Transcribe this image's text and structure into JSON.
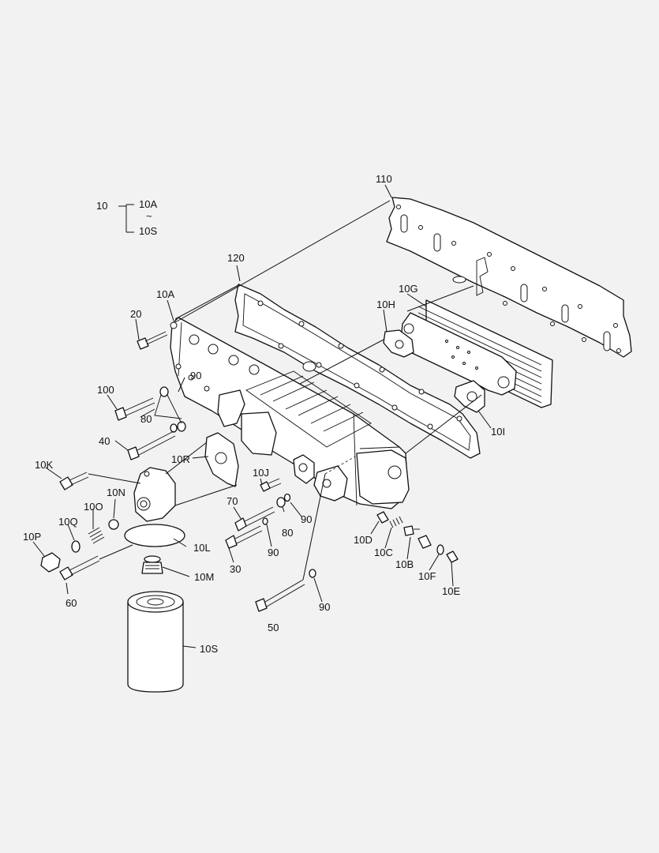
{
  "legend": {
    "root": "10",
    "from": "10A",
    "tilde": "~",
    "to": "10S"
  },
  "labels": {
    "p110": "110",
    "p120": "120",
    "p10G": "10G",
    "p10H": "10H",
    "p10A": "10A",
    "p20": "20",
    "p100": "100",
    "p80a": "80",
    "p90a": "90",
    "p40": "40",
    "p10R": "10R",
    "p10K": "10K",
    "p10N": "10N",
    "p10O": "10O",
    "p10Q": "10Q",
    "p10P": "10P",
    "p10L": "10L",
    "p10M": "10M",
    "p60": "60",
    "p10S": "10S",
    "p10J": "10J",
    "p70": "70",
    "p80b": "80",
    "p90b": "90",
    "p90c": "90",
    "p30": "30",
    "p50": "50",
    "p90d": "90",
    "p10D": "10D",
    "p10C": "10C",
    "p10B": "10B",
    "p10F": "10F",
    "p10E": "10E",
    "p10I": "10I"
  },
  "colors": {
    "background": "#f2f2f2",
    "line": "#111111",
    "fill": "#ffffff"
  }
}
